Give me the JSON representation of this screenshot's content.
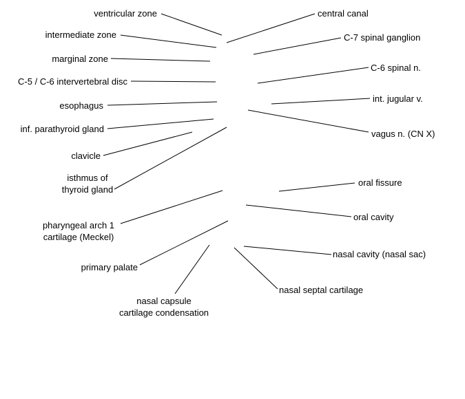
{
  "labels": {
    "ventricular_zone": "ventricular zone",
    "intermediate_zone": "intermediate zone",
    "marginal_zone": "marginal zone",
    "intervertebral_disc": "C-5 / C-6 intervertebral disc",
    "esophagus": "esophagus",
    "parathyroid": "inf. parathyroid gland",
    "clavicle": "clavicle",
    "isthmus_1": "isthmus of",
    "isthmus_2": "thyroid gland",
    "arch_1": "pharyngeal arch 1",
    "arch_2": "cartilage (Meckel)",
    "primary_palate": "primary palate",
    "capsule_1": "nasal capsule",
    "capsule_2": "cartilage condensation",
    "central_canal": "central canal",
    "spinal_ganglion": "C-7 spinal ganglion",
    "spinal_nerve": "C-6 spinal n.",
    "jugular": "int. jugular v.",
    "vagus": "vagus n. (CN X)",
    "oral_fissure": "oral fissure",
    "oral_cavity": "oral cavity",
    "nasal_cavity": "nasal cavity (nasal sac)",
    "septal_cartilage": "nasal septal cartilage"
  }
}
